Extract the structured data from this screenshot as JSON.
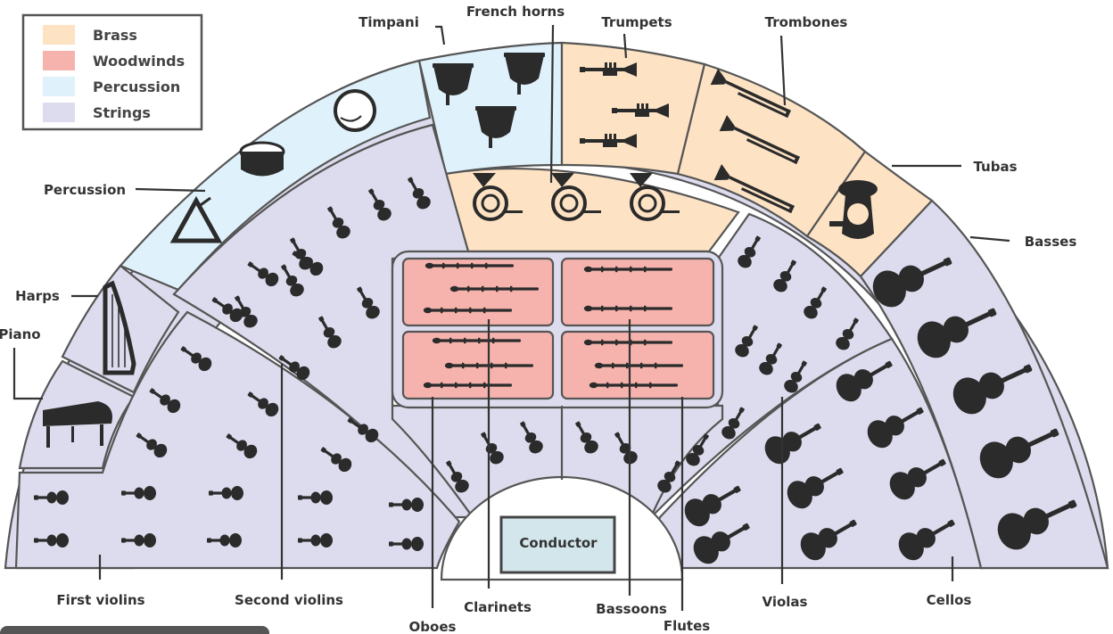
{
  "colors": {
    "brass": "#fde3c4",
    "woodwinds": "#f6b3ad",
    "percussion": "#dff2fb",
    "strings": "#dcdcee",
    "conductor": "#d3e6ec",
    "outline": "#555555",
    "instrument": "#2b2b2b"
  },
  "legend": {
    "items": [
      {
        "label": "Brass",
        "color": "#fde3c4"
      },
      {
        "label": "Woodwinds",
        "color": "#f6b3ad"
      },
      {
        "label": "Percussion",
        "color": "#dff2fb"
      },
      {
        "label": "Strings",
        "color": "#dcdcee"
      }
    ]
  },
  "sections": {
    "timpani": "Timpani",
    "french_horns": "French horns",
    "trumpets": "Trumpets",
    "trombones": "Trombones",
    "tubas": "Tubas",
    "basses": "Basses",
    "percussion": "Percussion",
    "harps": "Harps",
    "piano": "Piano",
    "first_violins": "First violins",
    "second_violins": "Second violins",
    "oboes": "Oboes",
    "clarinets": "Clarinets",
    "bassoons": "Bassoons",
    "flutes": "Flutes",
    "violas": "Violas",
    "cellos": "Cellos"
  },
  "conductor": "Conductor"
}
